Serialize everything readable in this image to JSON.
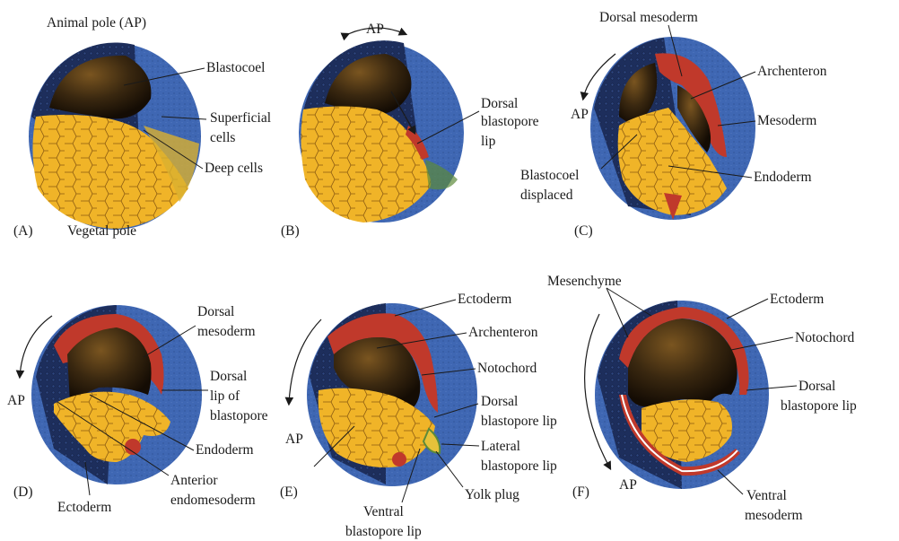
{
  "panels": {
    "A": {
      "letter": "(A)",
      "labels": {
        "animal_pole": "Animal pole (AP)",
        "vegetal_pole": "Vegetal pole",
        "blastocoel": "Blastocoel",
        "superficial_1": "Superficial",
        "superficial_2": "cells",
        "deep_cells": "Deep cells"
      }
    },
    "B": {
      "letter": "(B)",
      "labels": {
        "ap": "AP",
        "dorsal_1": "Dorsal",
        "dorsal_2": "blastopore",
        "dorsal_3": "lip"
      }
    },
    "C": {
      "letter": "(C)",
      "labels": {
        "dorsal_mesoderm": "Dorsal mesoderm",
        "ap": "AP",
        "archenteron": "Archenteron",
        "mesoderm": "Mesoderm",
        "endoderm": "Endoderm",
        "blastocoel_1": "Blastocoel",
        "blastocoel_2": "displaced"
      }
    },
    "D": {
      "letter": "(D)",
      "labels": {
        "dorsal_mesoderm_1": "Dorsal",
        "dorsal_mesoderm_2": "mesoderm",
        "ap": "AP",
        "dorsal_lip_1": "Dorsal",
        "dorsal_lip_2": "lip of",
        "dorsal_lip_3": "blastopore",
        "endoderm": "Endoderm",
        "ectoderm": "Ectoderm",
        "anterior_1": "Anterior",
        "anterior_2": "endomesoderm"
      }
    },
    "E": {
      "letter": "(E)",
      "labels": {
        "ectoderm": "Ectoderm",
        "archenteron": "Archenteron",
        "notochord": "Notochord",
        "dorsal_lip_1": "Dorsal",
        "dorsal_lip_2": "blastopore lip",
        "ap": "AP",
        "lateral_1": "Lateral",
        "lateral_2": "blastopore lip",
        "yolk_plug": "Yolk plug",
        "ventral_1": "Ventral",
        "ventral_2": "blastopore lip"
      }
    },
    "F": {
      "letter": "(F)",
      "labels": {
        "mesenchyme": "Mesenchyme",
        "ectoderm": "Ectoderm",
        "notochord": "Notochord",
        "dorsal_lip_1": "Dorsal",
        "dorsal_lip_2": "blastopore lip",
        "ap": "AP",
        "ventral_1": "Ventral",
        "ventral_2": "mesoderm"
      }
    }
  },
  "colors": {
    "ectoderm_blue": "#3f67b3",
    "ectoderm_dark": "#1d2e5c",
    "yolk_yellow": "#f0b428",
    "yolk_cell_line": "#8a5a10",
    "mesoderm_red": "#c0392b",
    "cavity_dark": "#1a1208",
    "cavity_brown": "#6b4a1a"
  }
}
